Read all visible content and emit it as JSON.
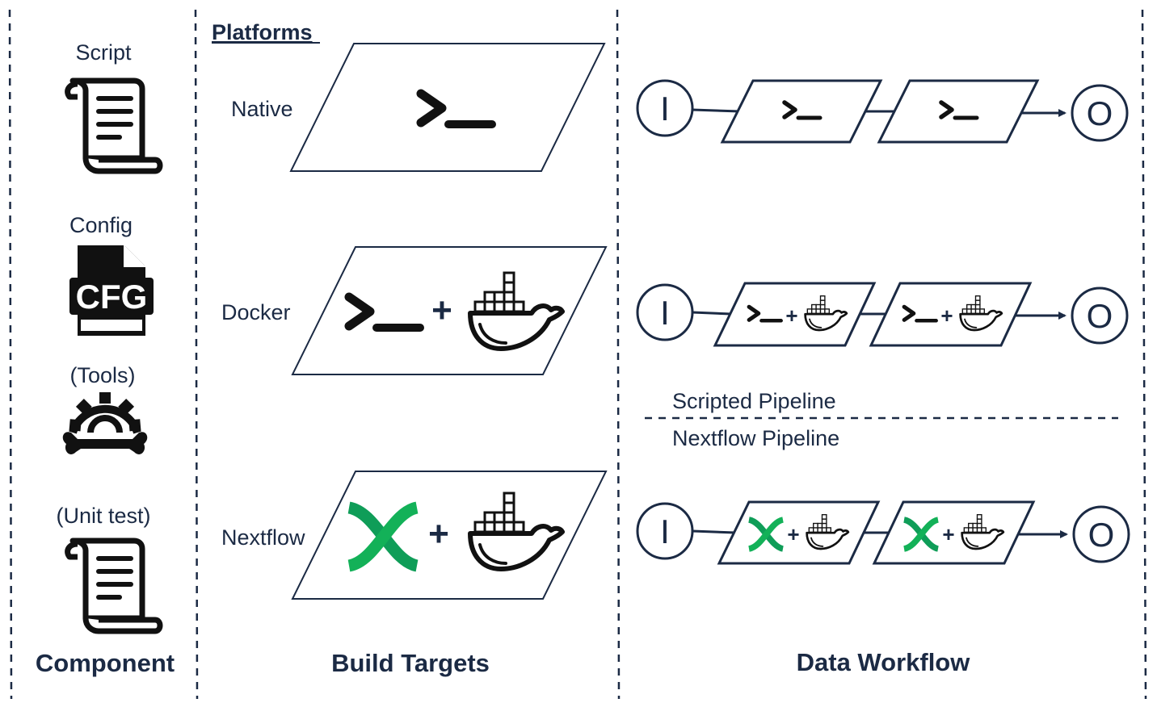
{
  "columns": {
    "component": {
      "header": "Component"
    },
    "build_targets": {
      "header": "Build Targets",
      "platforms_label": "Platforms"
    },
    "data_workflow": {
      "header": "Data Workflow"
    }
  },
  "components": [
    {
      "label": "Script",
      "icon": "script-scroll-icon"
    },
    {
      "label": "Config",
      "icon": "cfg-file-icon"
    },
    {
      "label": "(Tools)",
      "icon": "gear-wrench-icon"
    },
    {
      "label": "(Unit test)",
      "icon": "script-scroll-icon"
    }
  ],
  "platforms": [
    {
      "label": "Native",
      "icons": [
        "terminal-prompt-icon"
      ]
    },
    {
      "label": "Docker",
      "icons": [
        "terminal-prompt-icon",
        "plus-icon",
        "docker-whale-icon"
      ]
    },
    {
      "label": "Nextflow",
      "icons": [
        "nextflow-logo-icon",
        "plus-icon",
        "docker-whale-icon"
      ]
    }
  ],
  "workflow": {
    "input_label": "I",
    "output_label": "O",
    "scripted_label": "Scripted Pipeline",
    "nextflow_label": "Nextflow Pipeline"
  },
  "colors": {
    "navy": "#1b2a44",
    "nextflow_green": "#13b158",
    "black": "#111111"
  }
}
